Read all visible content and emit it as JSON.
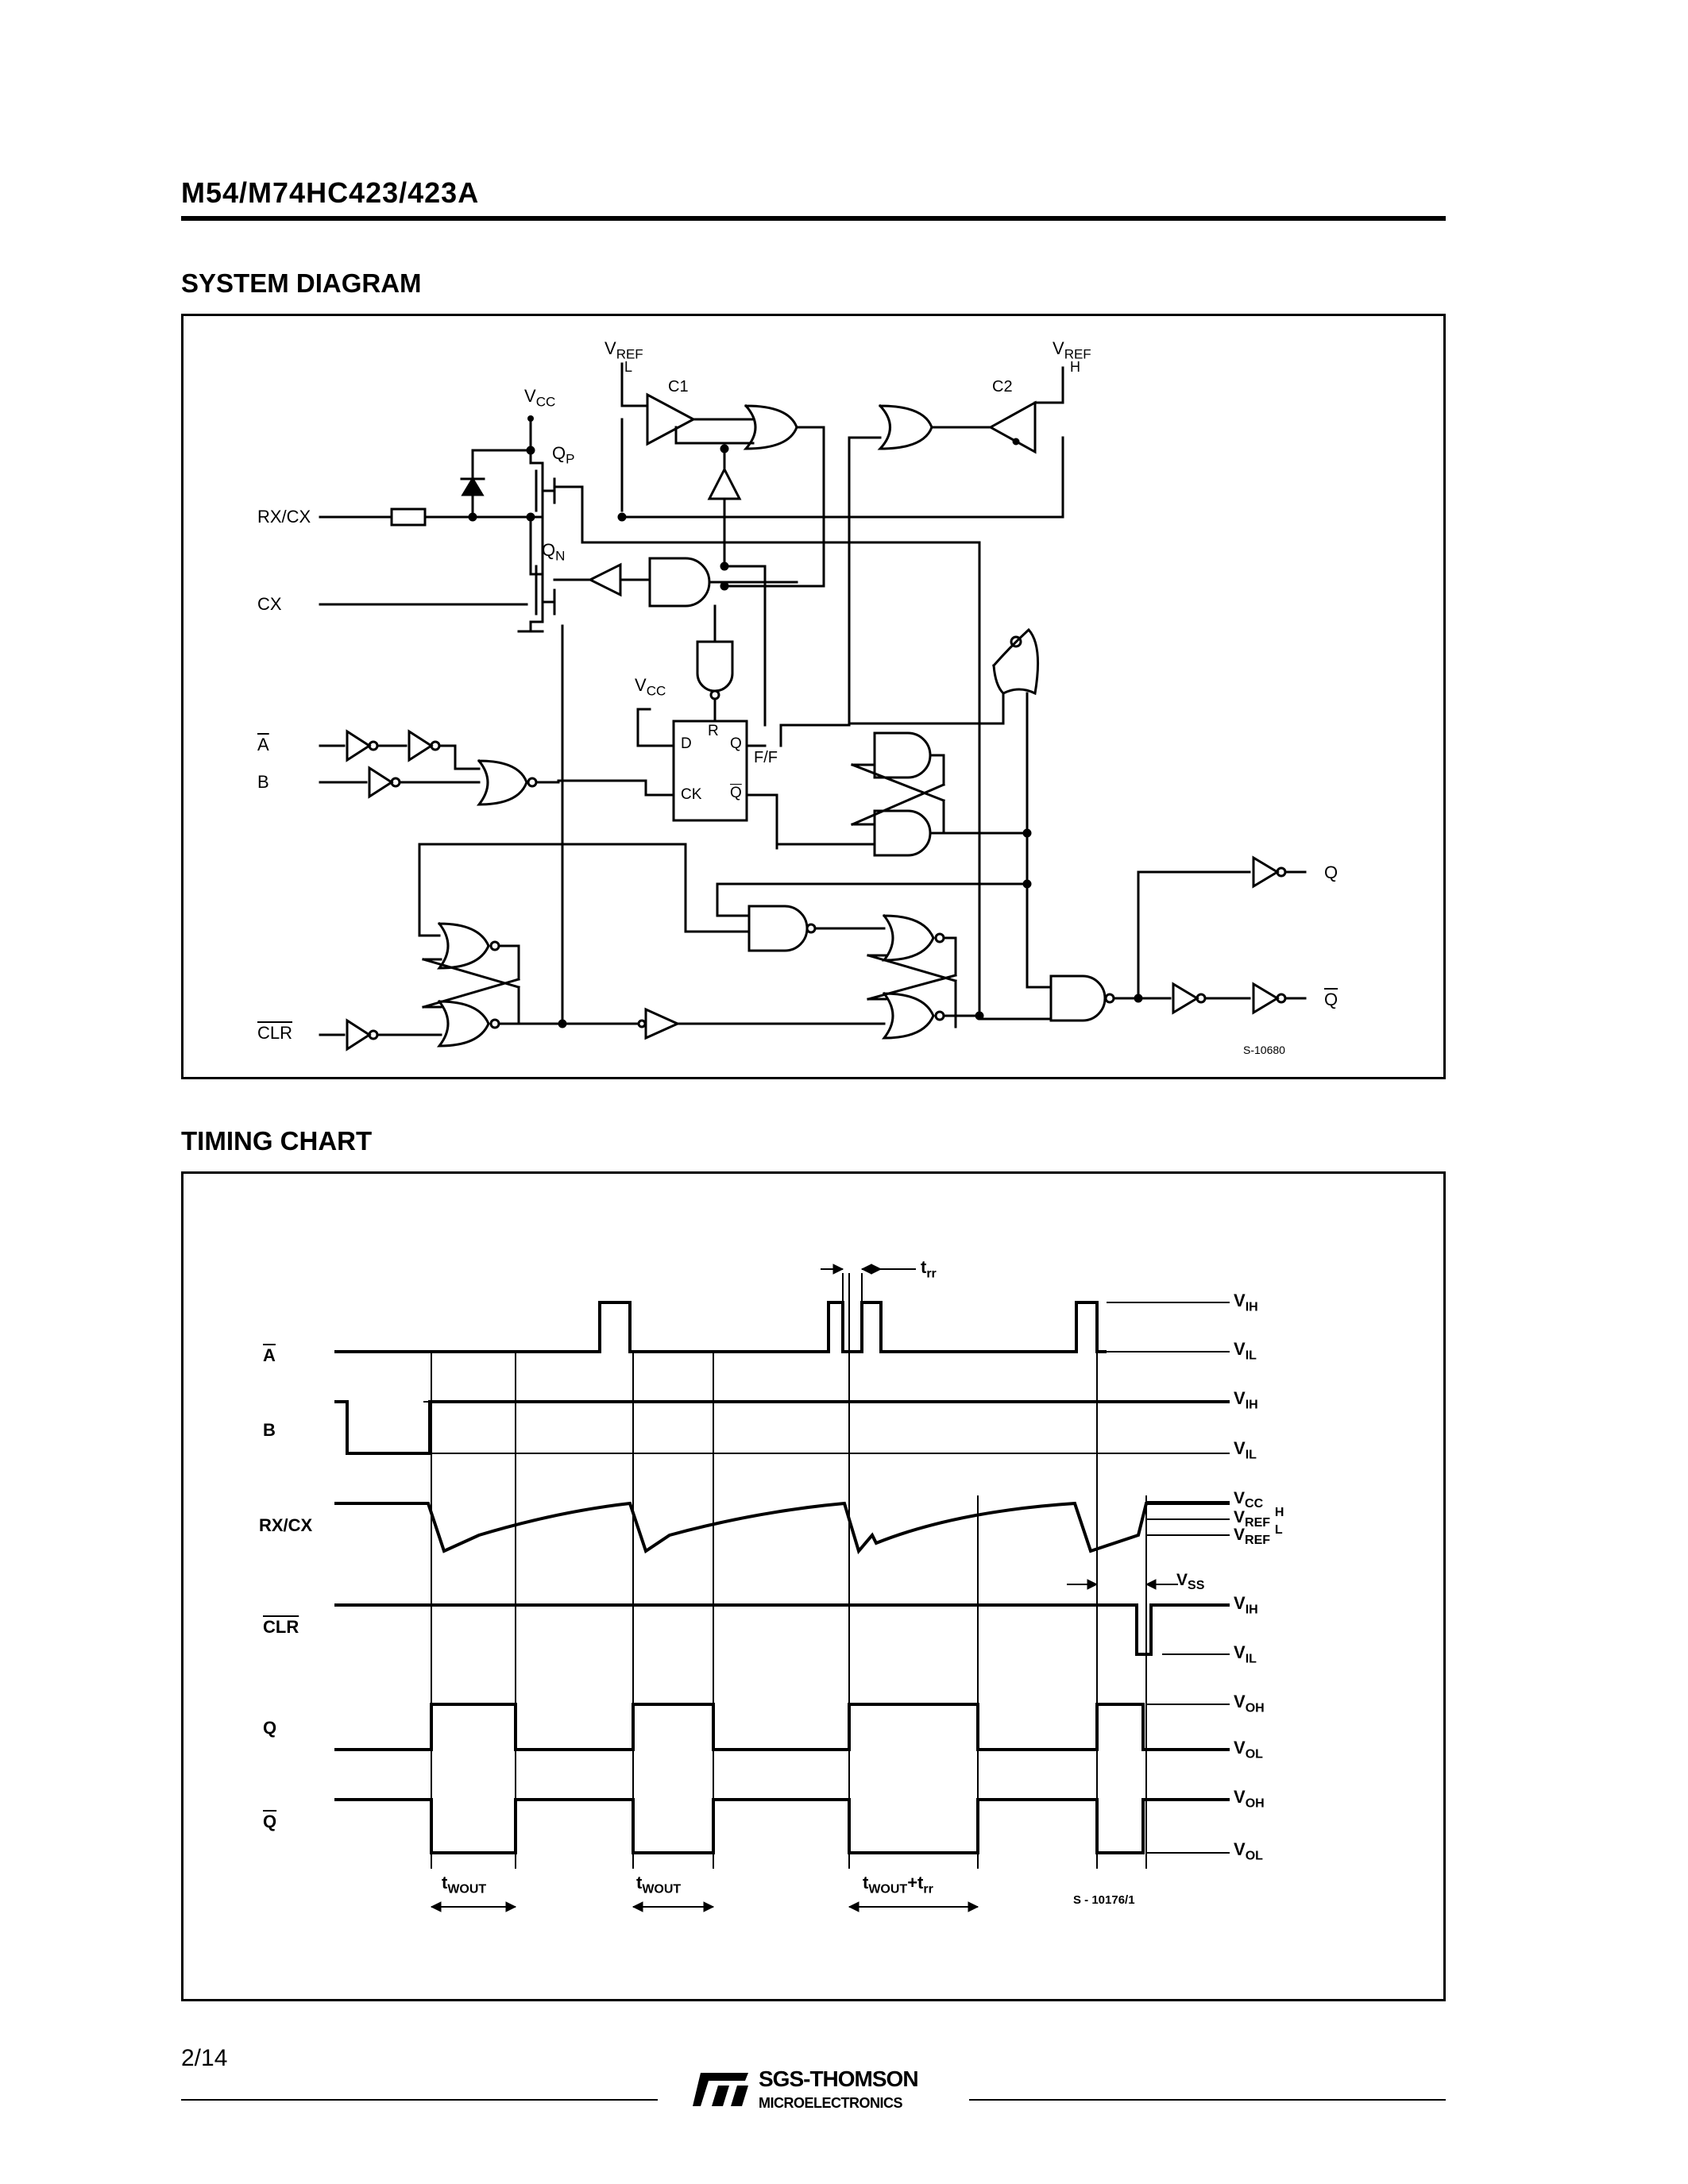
{
  "header": {
    "title": "M54/M74HC423/423A"
  },
  "sections": {
    "system_diagram": "SYSTEM DIAGRAM",
    "timing_chart": "TIMING CHART"
  },
  "system_diagram": {
    "inputs": {
      "rxcx": "RX/CX",
      "cx": "CX",
      "a": "A",
      "b": "B",
      "clr": "CLR"
    },
    "outputs": {
      "q": "Q",
      "qbar": "Q"
    },
    "vref_l": {
      "main": "V",
      "sub": "REF",
      "tag": "L"
    },
    "vref_h": {
      "main": "V",
      "sub": "REF",
      "tag": "H"
    },
    "vcc": {
      "main": "V",
      "sub": "CC"
    },
    "qp": {
      "main": "Q",
      "sub": "P"
    },
    "qn": {
      "main": "Q",
      "sub": "N"
    },
    "c1": "C1",
    "c2": "C2",
    "ff": {
      "d": "D",
      "r": "R",
      "q": "Q",
      "ck": "CK",
      "qbar": "Q",
      "name": "F/F"
    },
    "code": "S-10680"
  },
  "timing_chart": {
    "signals": {
      "a": "A",
      "b": "B",
      "rxcx": "RX/CX",
      "clr": "CLR",
      "q": "Q",
      "qbar": "Q"
    },
    "levels": {
      "vih": {
        "main": "V",
        "sub": "IH"
      },
      "vil": {
        "main": "V",
        "sub": "IL"
      },
      "vcc": {
        "main": "V",
        "sub": "CC"
      },
      "vrefh": {
        "main": "V",
        "sub": "REF",
        "tag": "H"
      },
      "vrefl": {
        "main": "V",
        "sub": "REF",
        "tag": "L"
      },
      "voh": {
        "main": "V",
        "sub": "OH"
      },
      "vol": {
        "main": "V",
        "sub": "OL"
      },
      "vss": {
        "main": "V",
        "sub": "SS"
      }
    },
    "trr": {
      "main": "t",
      "sub": "rr"
    },
    "twout": {
      "main": "t",
      "sub": "WOUT"
    },
    "twout_trr": {
      "main": "t",
      "sub": "WOUT",
      "plus": "+t",
      "sub2": "rr"
    },
    "code": "S - 10176/1"
  },
  "footer": {
    "page": "2/14",
    "logo_name": "SGS-THOMSON",
    "logo_sub": "MICROELECTRONICS",
    "logo_mark": "ST"
  }
}
